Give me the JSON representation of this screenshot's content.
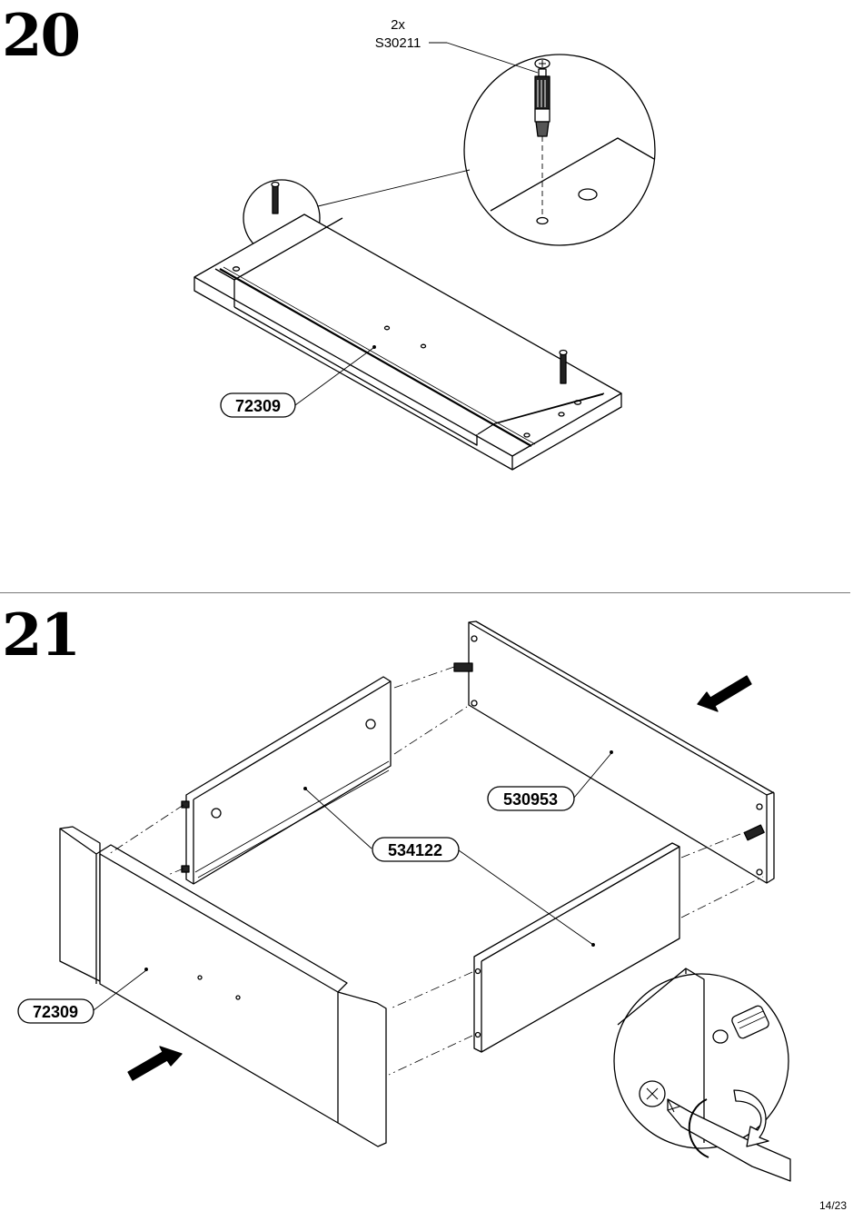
{
  "steps": [
    {
      "number": "20",
      "hardware_qty": "2x",
      "hardware_code": "S30211",
      "part_label": "72309"
    },
    {
      "number": "21",
      "part_labels": [
        "530953",
        "534122",
        "72309"
      ]
    }
  ],
  "page_number": "14/23"
}
